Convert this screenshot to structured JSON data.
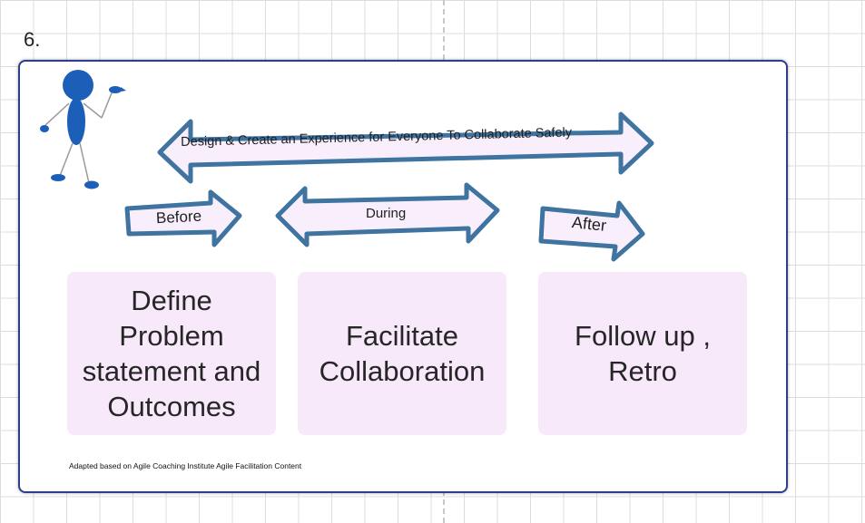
{
  "slide_number": "6.",
  "arrows": {
    "main": "Design & Create an Experience for Everyone To Collaborate Safely",
    "before": "Before",
    "during": "During",
    "after": "After"
  },
  "cards": [
    {
      "text": "Define\nProblem\nstatement and\nOutcomes"
    },
    {
      "text": "Facilitate\nCollaboration"
    },
    {
      "text": "Follow up  ,\nRetro"
    }
  ],
  "footnote": "Adapted based on Agile Coaching Institute Agile Facilitation Content",
  "colors": {
    "arrow_stroke": "#3f73a0",
    "arrow_fill": "#f9eefb",
    "card_fill": "#f7e9fa",
    "frame_border": "#2e3d8f",
    "figure_blue": "#1c5fb8"
  }
}
